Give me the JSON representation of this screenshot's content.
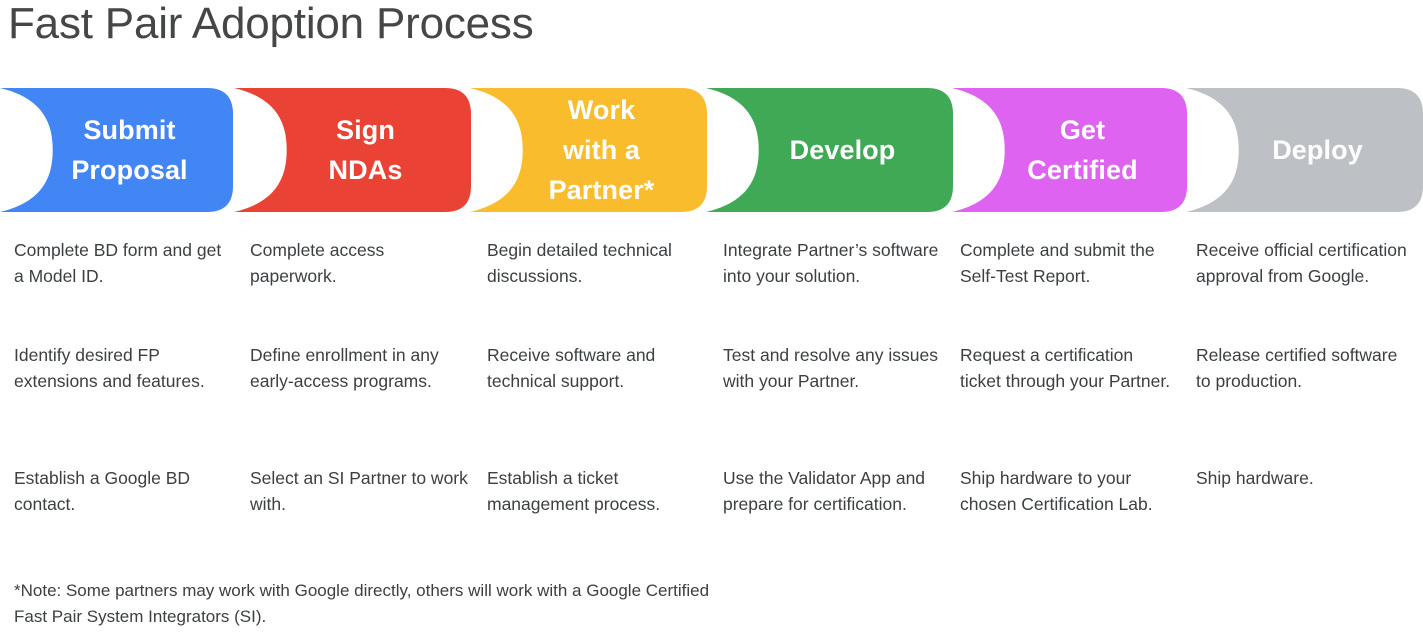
{
  "page": {
    "title": "Fast Pair Adoption Process",
    "footnote": "*Note: Some partners may work with Google directly, others will work with a Google Certified Fast Pair System Integrators (SI)."
  },
  "colors": {
    "submit_proposal": "#4285F4",
    "sign_ndas": "#EA4335",
    "work_with_a_partner": "#F9BC2D",
    "develop": "#3FA956",
    "get_certified": "#DD63F0",
    "deploy": "#BDC1C6",
    "title_text": "#444746",
    "body_text": "#3c4043",
    "chevron_text": "#FFFFFF"
  },
  "process": {
    "steps": [
      {
        "id": "submit-proposal",
        "label": "Submit\nProposal",
        "label_lines": [
          "Submit",
          "Proposal"
        ],
        "color": "#4285F4",
        "items": [
          "Complete BD form and get a Model ID.",
          "Identify desired FP extensions and features.",
          "Establish a Google BD contact."
        ]
      },
      {
        "id": "sign-ndas",
        "label": "Sign\nNDAs",
        "label_lines": [
          "Sign",
          "NDAs"
        ],
        "color": "#EA4335",
        "items": [
          "Complete access paperwork.",
          "Define enrollment in any early-access programs.",
          "Select an SI Partner to work with."
        ]
      },
      {
        "id": "work-with-a-partner",
        "label": "Work\nwith a\nPartner*",
        "label_lines": [
          "Work",
          "with a",
          "Partner*"
        ],
        "color": "#F9BC2D",
        "items": [
          "Begin detailed technical discussions.",
          "Receive software and technical support.",
          "Establish a ticket management process."
        ]
      },
      {
        "id": "develop",
        "label": "Develop",
        "label_lines": [
          "Develop"
        ],
        "color": "#3FA956",
        "items": [
          "Integrate Partner’s software into your solution.",
          "Test and resolve any issues with your Partner.",
          "Use the Validator App and prepare for certification."
        ]
      },
      {
        "id": "get-certified",
        "label": "Get\nCertified",
        "label_lines": [
          "Get",
          "Certified"
        ],
        "color": "#DD63F0",
        "items": [
          "Complete and submit the Self-Test Report.",
          "Request a certification ticket through your Partner.",
          "Ship hardware to your chosen Certification Lab."
        ]
      },
      {
        "id": "deploy",
        "label": "Deploy",
        "label_lines": [
          "Deploy"
        ],
        "color": "#BDC1C6",
        "items": [
          "Receive official certification approval from Google.",
          "Release certified software to production.",
          "Ship hardware."
        ]
      }
    ]
  }
}
